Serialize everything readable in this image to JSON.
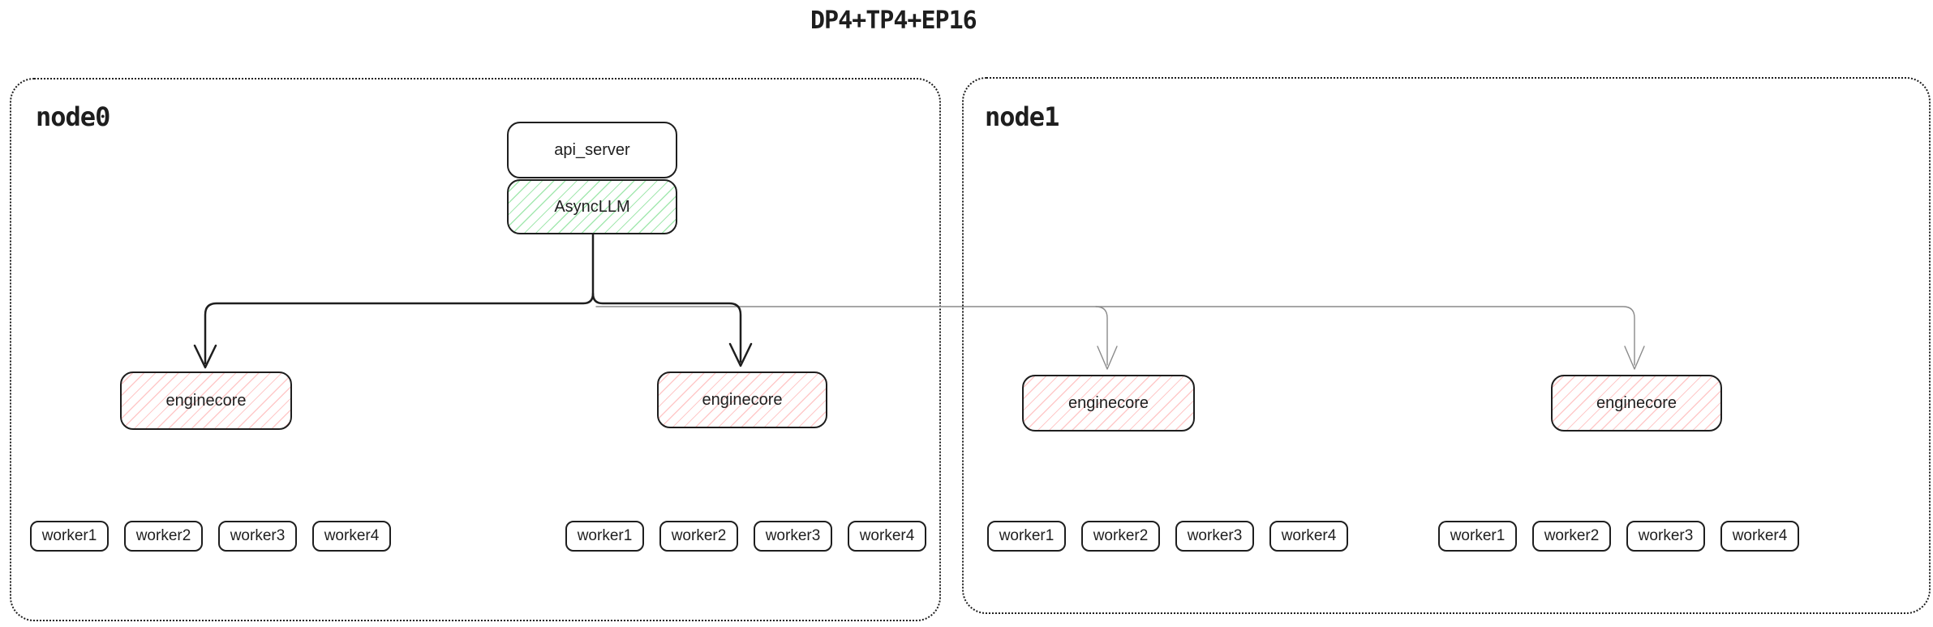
{
  "title": "DP4+TP4+EP16",
  "colors": {
    "stroke": "#1e1e1e",
    "gray_line": "#8a8a8a",
    "green_hatch": "#a4e8b0",
    "red_hatch": "#ffc9c9"
  },
  "node0": {
    "label": "node0",
    "api_server_label": "api_server",
    "asyncllm_label": "AsyncLLM",
    "enginecores": [
      {
        "label": "enginecore"
      },
      {
        "label": "enginecore"
      }
    ],
    "worker_groups": [
      [
        "worker1",
        "worker2",
        "worker3",
        "worker4"
      ],
      [
        "worker1",
        "worker2",
        "worker3",
        "worker4"
      ]
    ]
  },
  "node1": {
    "label": "node1",
    "enginecores": [
      {
        "label": "enginecore"
      },
      {
        "label": "enginecore"
      }
    ],
    "worker_groups": [
      [
        "worker1",
        "worker2",
        "worker3",
        "worker4"
      ],
      [
        "worker1",
        "worker2",
        "worker3",
        "worker4"
      ]
    ]
  }
}
